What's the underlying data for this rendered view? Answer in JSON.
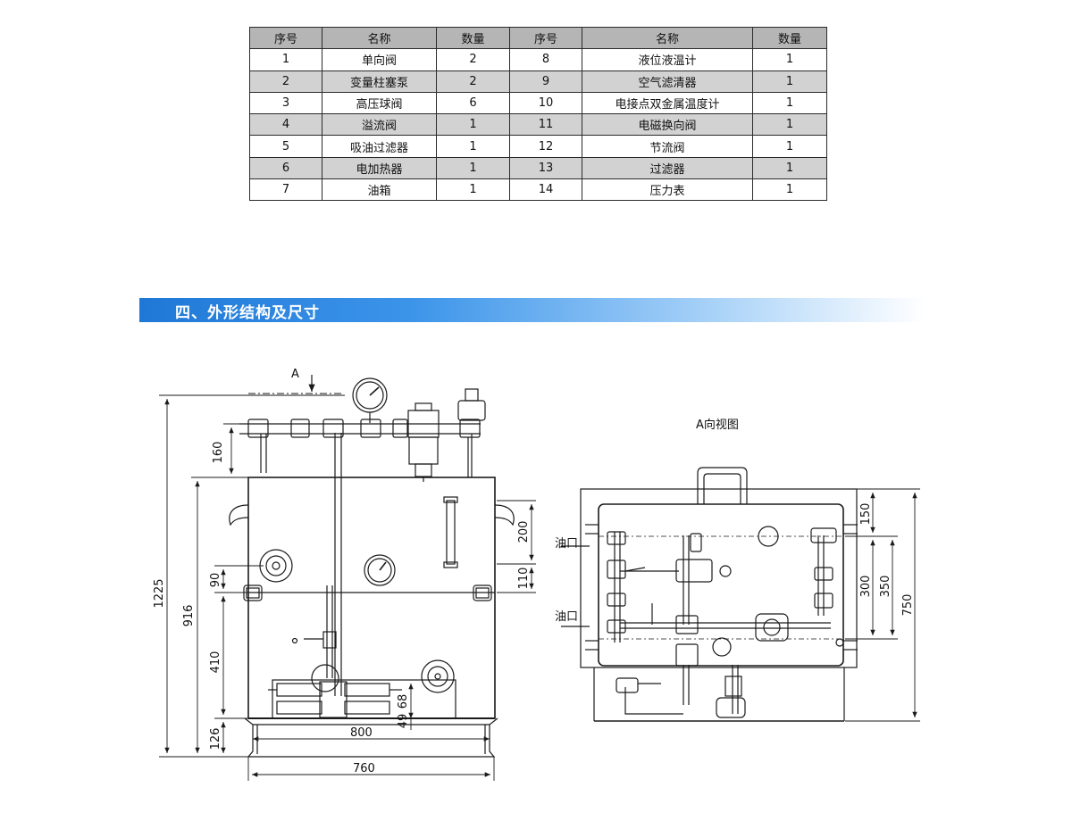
{
  "parts_table": {
    "headers": [
      "序号",
      "名称",
      "数量",
      "序号",
      "名称",
      "数量"
    ],
    "rows": [
      [
        "1",
        "单向阀",
        "2",
        "8",
        "液位液温计",
        "1"
      ],
      [
        "2",
        "变量柱塞泵",
        "2",
        "9",
        "空气滤清器",
        "1"
      ],
      [
        "3",
        "高压球阀",
        "6",
        "10",
        "电接点双金属温度计",
        "1"
      ],
      [
        "4",
        "溢流阀",
        "1",
        "11",
        "电磁换向阀",
        "1"
      ],
      [
        "5",
        "吸油过滤器",
        "1",
        "12",
        "节流阀",
        "1"
      ],
      [
        "6",
        "电加热器",
        "1",
        "13",
        "过滤器",
        "1"
      ],
      [
        "7",
        "油箱",
        "1",
        "14",
        "压力表",
        "1"
      ]
    ]
  },
  "section_title": "四、外形结构及尺寸",
  "front_view": {
    "view_marker": "A",
    "dimensions": {
      "total_height": "1225",
      "tank_height": "916",
      "top_pipe": "160",
      "gauge_window": "200",
      "window_offset": "110",
      "heater_pos": "90",
      "lower_height": "410",
      "base_height": "126",
      "pump_height": "68",
      "pump_offset": "49",
      "tank_width": "800",
      "base_width": "760"
    }
  },
  "side_view": {
    "title": "A向视图",
    "oil_port_upper": "油口",
    "oil_port_lower": "油口",
    "dimensions": {
      "top_offset": "150",
      "inner": "300",
      "mid": "350",
      "total": "750"
    }
  },
  "colors": {
    "banner": "#1f78d6",
    "table_header": "#b5b5b5",
    "row_shade": "#d2d2d2",
    "line": "#1a1a1a"
  }
}
